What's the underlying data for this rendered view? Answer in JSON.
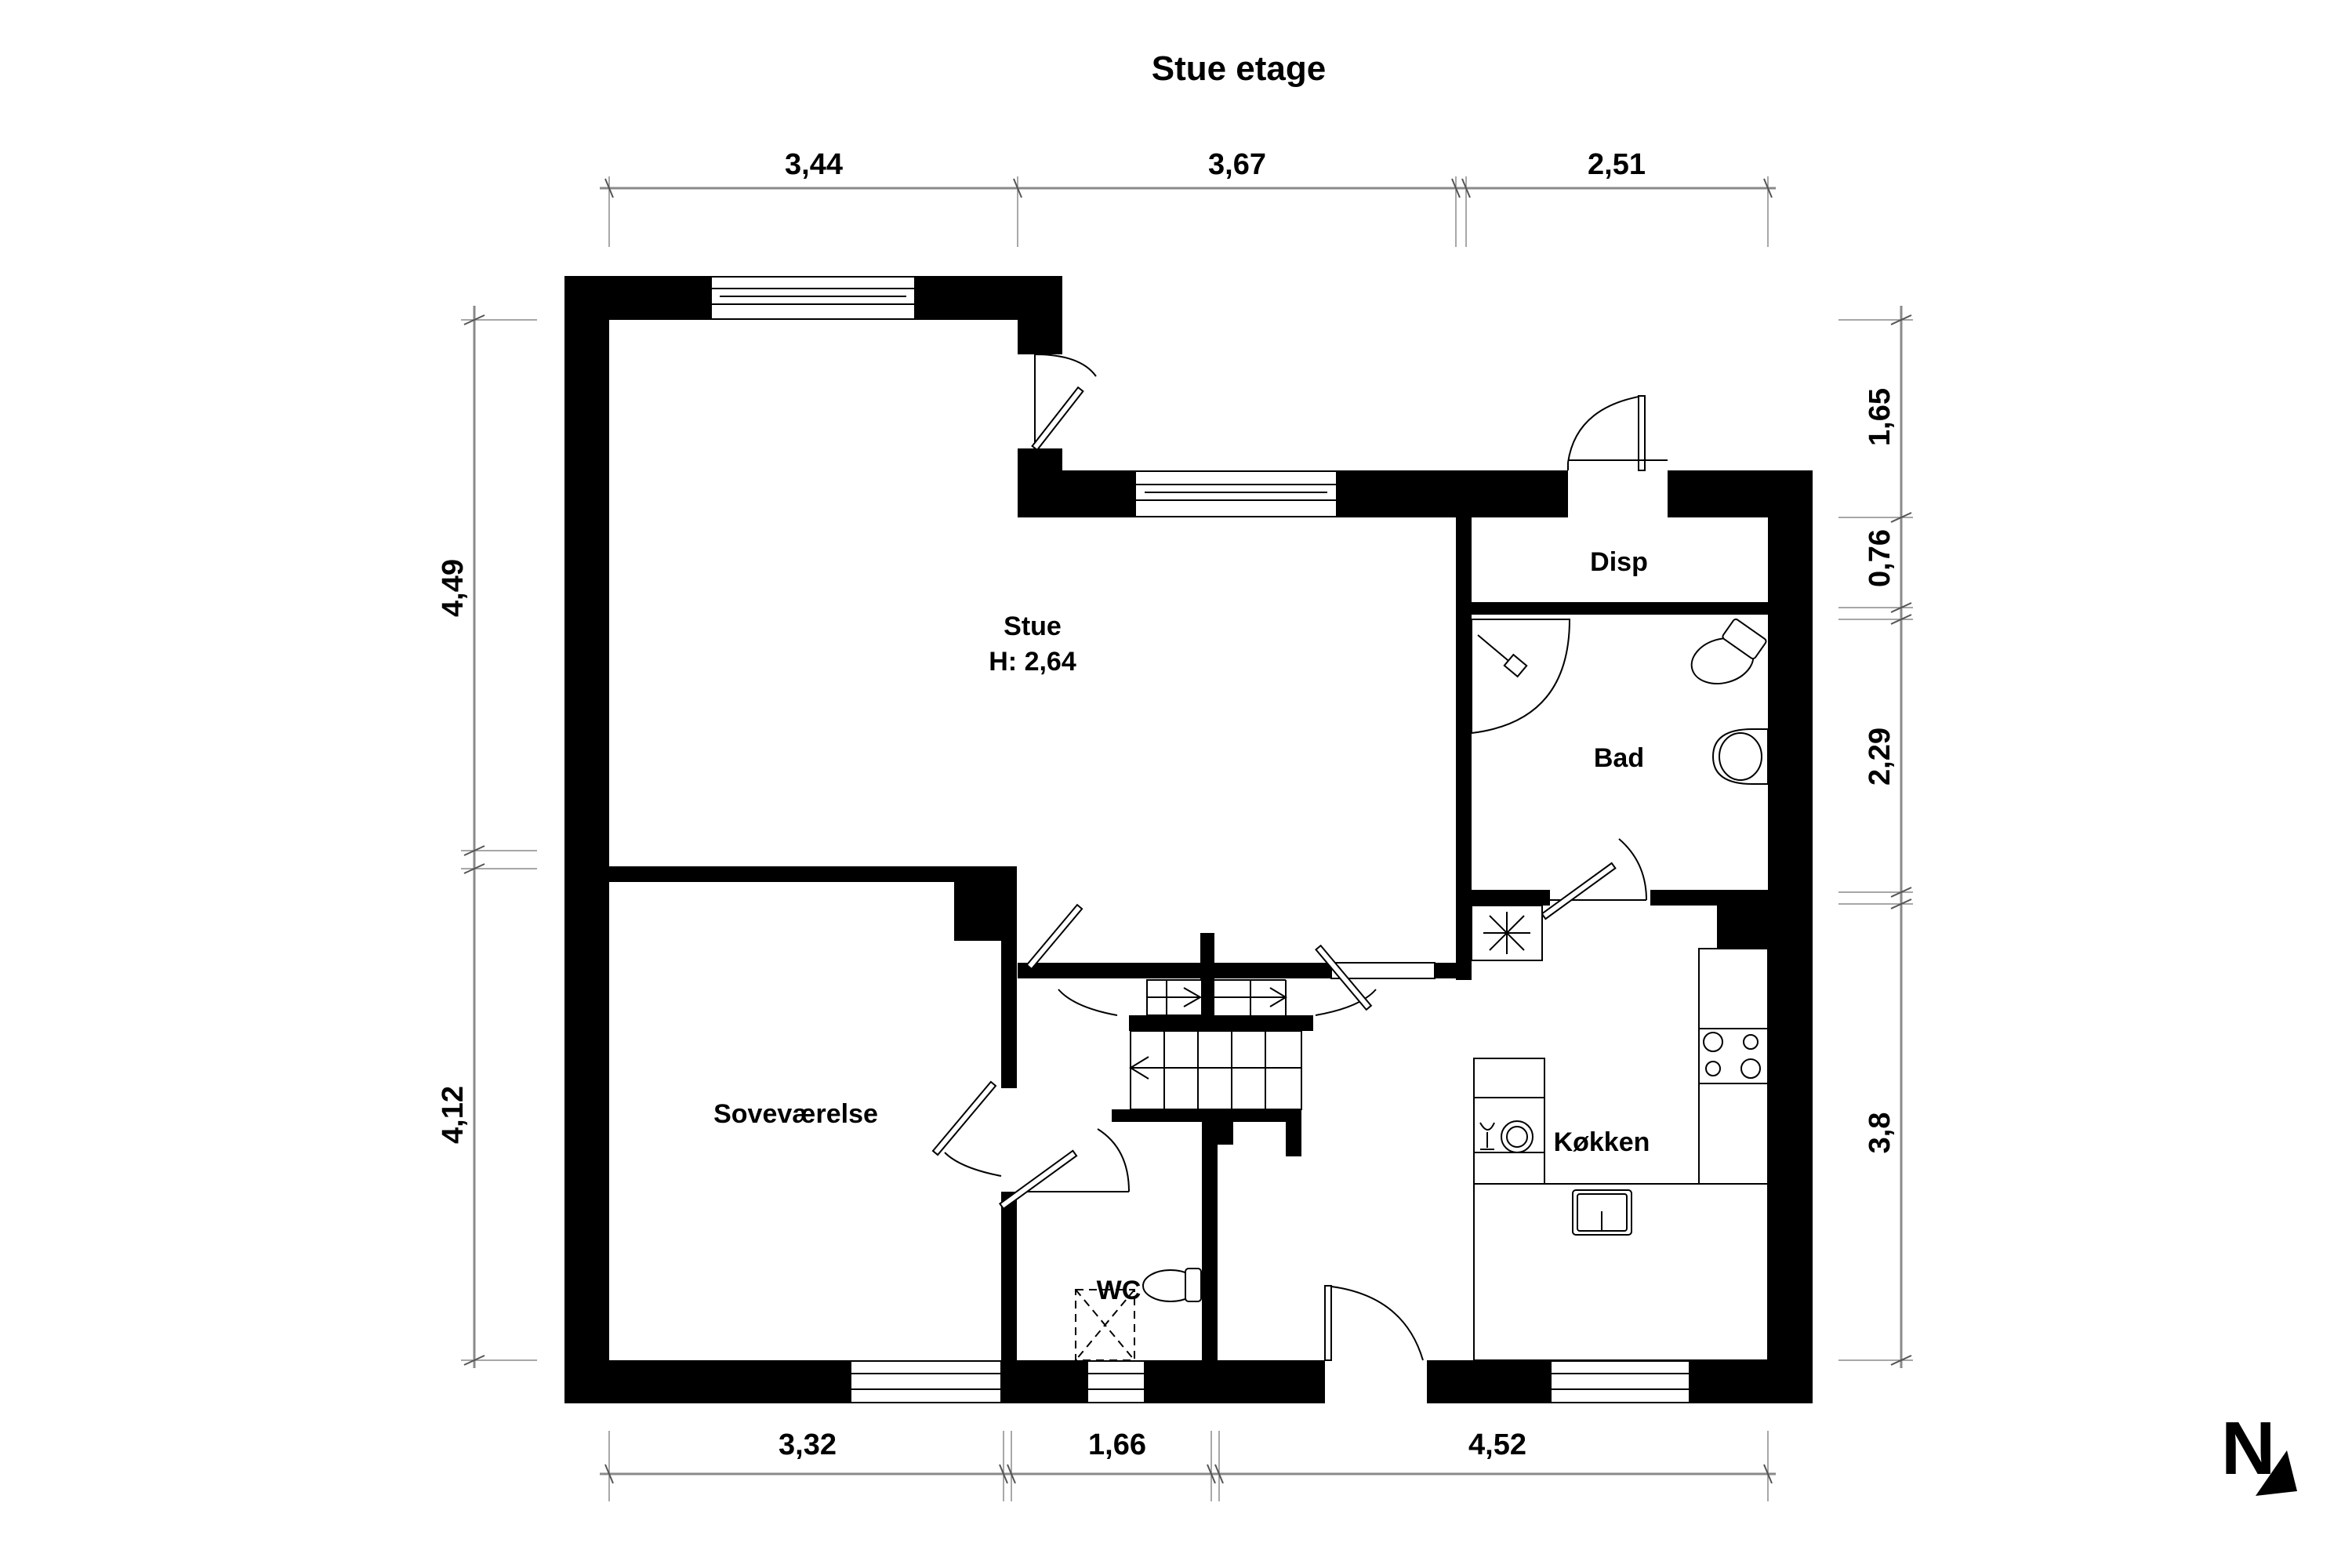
{
  "title": "Stue etage",
  "rooms": {
    "stue": {
      "name": "Stue",
      "height": "H: 2,64"
    },
    "sovevaerelse": {
      "name": "Soveværelse"
    },
    "disp": {
      "name": "Disp"
    },
    "bad": {
      "name": "Bad"
    },
    "kokken": {
      "name": "Køkken"
    },
    "wc": {
      "name": "WC"
    }
  },
  "dimensions": {
    "top": [
      "3,44",
      "3,67",
      "2,51"
    ],
    "bottom": [
      "3,32",
      "1,66",
      "4,52"
    ],
    "left": [
      "4,49",
      "4,12"
    ],
    "right": [
      "1,65",
      "0,76",
      "2,29",
      "3,8"
    ]
  },
  "compass": {
    "label": "N",
    "icon": "north-arrow-icon"
  },
  "colors": {
    "wall": "#000000",
    "background": "#ffffff",
    "dimension_line": "#8a8a8a"
  }
}
